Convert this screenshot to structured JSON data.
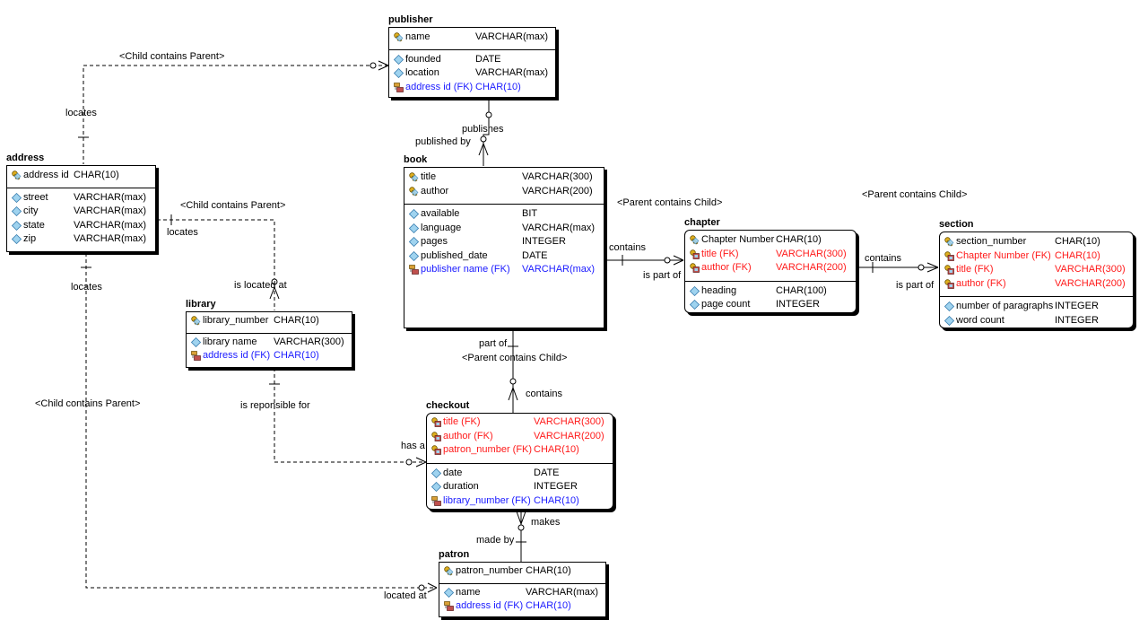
{
  "entities": [
    {
      "id": "publisher",
      "title": "publisher",
      "pk": [
        {
          "name": "name",
          "type": "VARCHAR(max)",
          "icon": "key-icon",
          "kind": "pk"
        }
      ],
      "attrs": [
        {
          "name": "founded",
          "type": "DATE",
          "icon": "diamond-icon",
          "kind": "attr"
        },
        {
          "name": "location",
          "type": "VARCHAR(max)",
          "icon": "diamond-icon",
          "kind": "attr"
        },
        {
          "name": "address id (FK)",
          "type": "CHAR(10)",
          "icon": "fk-icon",
          "kind": "fk"
        }
      ]
    },
    {
      "id": "address",
      "title": "address",
      "pk": [
        {
          "name": "address id",
          "type": "CHAR(10)",
          "icon": "key-icon",
          "kind": "pk"
        }
      ],
      "attrs": [
        {
          "name": "street",
          "type": "VARCHAR(max)",
          "icon": "diamond-icon",
          "kind": "attr"
        },
        {
          "name": "city",
          "type": "VARCHAR(max)",
          "icon": "diamond-icon",
          "kind": "attr"
        },
        {
          "name": "state",
          "type": "VARCHAR(max)",
          "icon": "diamond-icon",
          "kind": "attr"
        },
        {
          "name": "zip",
          "type": "VARCHAR(max)",
          "icon": "diamond-icon",
          "kind": "attr"
        }
      ]
    },
    {
      "id": "book",
      "title": "book",
      "pk": [
        {
          "name": "title",
          "type": "VARCHAR(300)",
          "icon": "key-icon",
          "kind": "pk"
        },
        {
          "name": "author",
          "type": "VARCHAR(200)",
          "icon": "key-icon",
          "kind": "pk"
        }
      ],
      "attrs": [
        {
          "name": "available",
          "type": "BIT",
          "icon": "diamond-icon",
          "kind": "attr"
        },
        {
          "name": "language",
          "type": "VARCHAR(max)",
          "icon": "diamond-icon",
          "kind": "attr"
        },
        {
          "name": "pages",
          "type": "INTEGER",
          "icon": "diamond-icon",
          "kind": "attr"
        },
        {
          "name": "published_date",
          "type": "DATE",
          "icon": "diamond-icon",
          "kind": "attr"
        },
        {
          "name": "publisher name (FK)",
          "type": "VARCHAR(max)",
          "icon": "fk-icon",
          "kind": "fk"
        }
      ]
    },
    {
      "id": "chapter",
      "title": "chapter",
      "pk": [
        {
          "name": "Chapter Number",
          "type": "CHAR(10)",
          "icon": "key-icon",
          "kind": "pk"
        },
        {
          "name": "title (FK)",
          "type": "VARCHAR(300)",
          "icon": "pkfk-icon",
          "kind": "pkfk"
        },
        {
          "name": "author (FK)",
          "type": "VARCHAR(200)",
          "icon": "pkfk-icon",
          "kind": "pkfk"
        }
      ],
      "attrs": [
        {
          "name": "heading",
          "type": "CHAR(100)",
          "icon": "diamond-icon",
          "kind": "attr"
        },
        {
          "name": "page count",
          "type": "INTEGER",
          "icon": "diamond-icon",
          "kind": "attr"
        }
      ]
    },
    {
      "id": "section",
      "title": "section",
      "pk": [
        {
          "name": "section_number",
          "type": "CHAR(10)",
          "icon": "key-icon",
          "kind": "pk"
        },
        {
          "name": "Chapter Number (FK)",
          "type": "CHAR(10)",
          "icon": "pkfk-icon",
          "kind": "pkfk"
        },
        {
          "name": "title (FK)",
          "type": "VARCHAR(300)",
          "icon": "pkfk-icon",
          "kind": "pkfk"
        },
        {
          "name": "author (FK)",
          "type": "VARCHAR(200)",
          "icon": "pkfk-icon",
          "kind": "pkfk"
        }
      ],
      "attrs": [
        {
          "name": "number of paragraphs",
          "type": "INTEGER",
          "icon": "diamond-icon",
          "kind": "attr"
        },
        {
          "name": "word count",
          "type": "INTEGER",
          "icon": "diamond-icon",
          "kind": "attr"
        }
      ]
    },
    {
      "id": "library",
      "title": "library",
      "pk": [
        {
          "name": "library_number",
          "type": "CHAR(10)",
          "icon": "key-icon",
          "kind": "pk"
        }
      ],
      "attrs": [
        {
          "name": "library name",
          "type": "VARCHAR(300)",
          "icon": "diamond-icon",
          "kind": "attr"
        },
        {
          "name": "address id (FK)",
          "type": "CHAR(10)",
          "icon": "fk-icon",
          "kind": "fk"
        }
      ]
    },
    {
      "id": "checkout",
      "title": "checkout",
      "pk": [
        {
          "name": "title (FK)",
          "type": "VARCHAR(300)",
          "icon": "pkfk-icon",
          "kind": "pkfk"
        },
        {
          "name": "author (FK)",
          "type": "VARCHAR(200)",
          "icon": "pkfk-icon",
          "kind": "pkfk"
        },
        {
          "name": "patron_number (FK)",
          "type": "CHAR(10)",
          "icon": "pkfk-icon",
          "kind": "pkfk"
        }
      ],
      "attrs": [
        {
          "name": "date",
          "type": "DATE",
          "icon": "diamond-icon",
          "kind": "attr"
        },
        {
          "name": "duration",
          "type": "INTEGER",
          "icon": "diamond-icon",
          "kind": "attr"
        },
        {
          "name": "library_number (FK)",
          "type": "CHAR(10)",
          "icon": "fk-icon",
          "kind": "fk"
        }
      ]
    },
    {
      "id": "patron",
      "title": "patron",
      "pk": [
        {
          "name": "patron_number",
          "type": "CHAR(10)",
          "icon": "key-icon",
          "kind": "pk"
        }
      ],
      "attrs": [
        {
          "name": "name",
          "type": "VARCHAR(max)",
          "icon": "diamond-icon",
          "kind": "attr"
        },
        {
          "name": "address id (FK)",
          "type": "CHAR(10)",
          "icon": "fk-icon",
          "kind": "fk"
        }
      ]
    }
  ],
  "labels": {
    "l1": "<Child contains Parent>",
    "l2": "locates",
    "l3": "publishes",
    "l4": "published by",
    "l5": "<Child contains Parent>",
    "l6": "locates",
    "l7": "locates",
    "l8": "is located at",
    "l9": "<Parent contains Child>",
    "l10": "contains",
    "l11": "is part of",
    "l12": "<Parent contains Child>",
    "l13": "contains",
    "l14": "is part of",
    "l15": "part of",
    "l16": "<Parent contains Child>",
    "l17": "contains",
    "l18": "<Child contains Parent>",
    "l19": "is reponsible for",
    "l20": "has a",
    "l21": "makes",
    "l22": "made by",
    "l23": "located at"
  },
  "colors": {
    "fk": "#1a1aff",
    "pkfk": "#ff1a1a",
    "line": "#000000"
  }
}
